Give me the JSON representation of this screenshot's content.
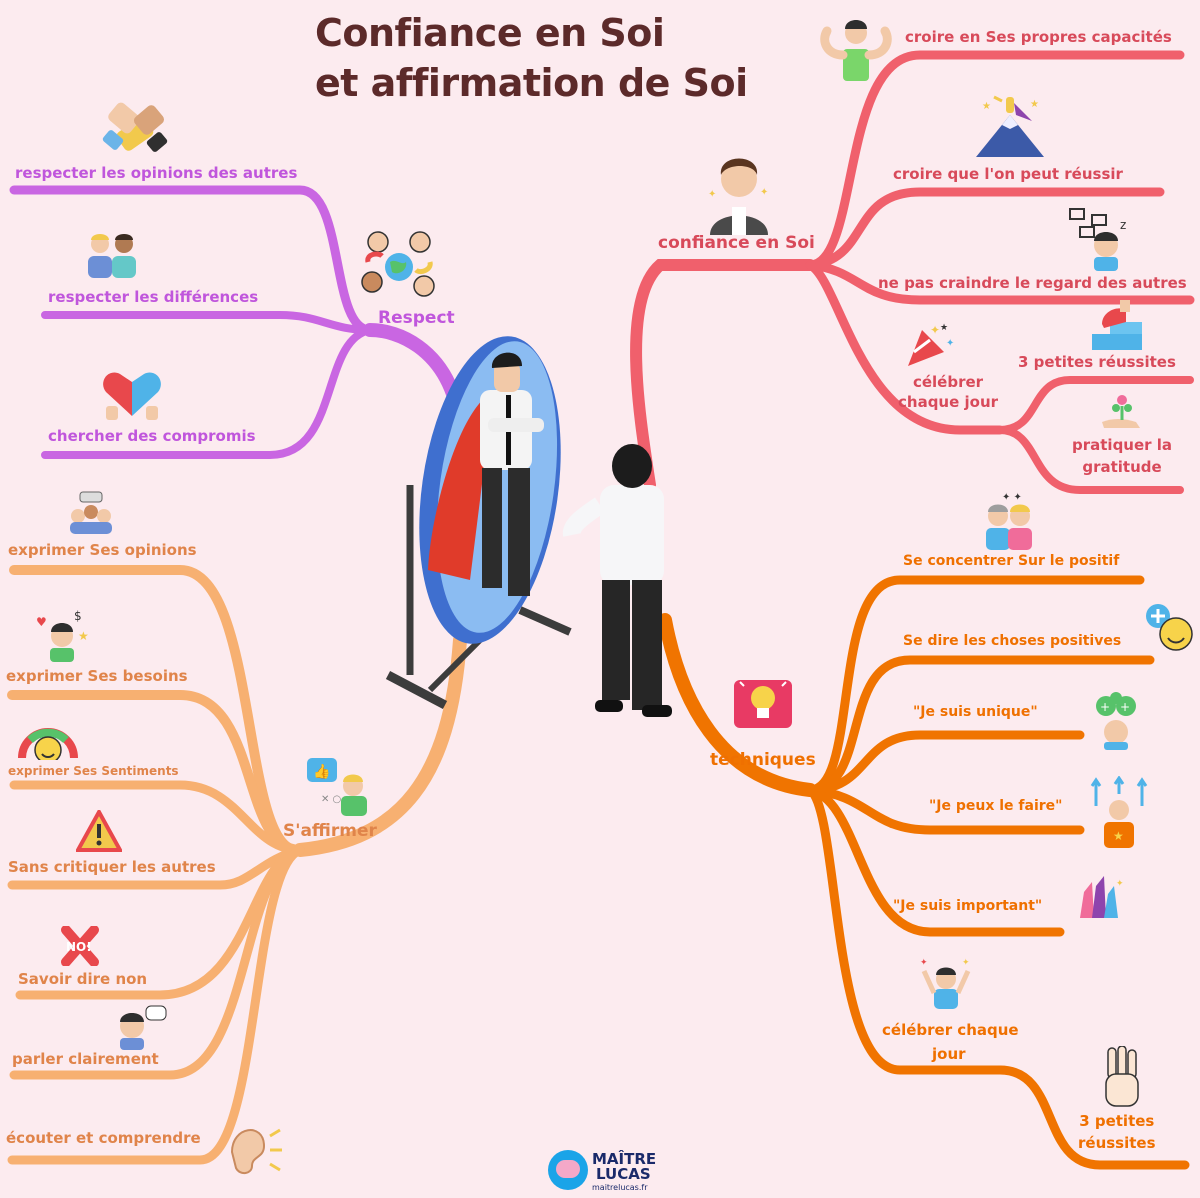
{
  "title": {
    "line1": "Confiance en Soi",
    "line2": "et affirmation de Soi"
  },
  "respect": {
    "hub": "Respect",
    "items": [
      "respecter les opinions des autres",
      "respecter les différences",
      "chercher des compromis"
    ]
  },
  "confiance": {
    "hub": "confiance en Soi",
    "items": [
      "croire en Ses propres capacités",
      "croire que l'on peut réussir",
      "ne pas craindre le regard des autres"
    ],
    "sub_hub": [
      "célébrer",
      "chaque jour"
    ],
    "sub_items": [
      "3 petites réussites",
      "pratiquer la",
      "gratitude"
    ]
  },
  "affirmer": {
    "hub": "S'affirmer",
    "items": [
      "exprimer Ses opinions",
      "exprimer Ses besoins",
      "exprimer Ses Sentiments",
      "Sans critiquer les autres",
      "Savoir dire non",
      "parler clairement",
      "écouter et comprendre"
    ]
  },
  "techniques": {
    "hub": "techniques",
    "items": [
      "Se concentrer Sur le positif",
      "Se dire les choses positives",
      "\"Je suis unique\"",
      "\"Je peux le faire\"",
      "\"Je suis important\""
    ],
    "celebrate": [
      "célébrer chaque",
      "jour"
    ],
    "wins": [
      "3 petites",
      "réussites"
    ]
  },
  "icons": [
    "handshake-icon",
    "diverse-people-icon",
    "heart-puzzle-icon",
    "globe-people-icon",
    "strong-man-icon",
    "mountain-success-icon",
    "thinking-man-icon",
    "worried-person-icon",
    "step-up-icon",
    "party-popper-icon",
    "gratitude-hand-icon",
    "group-chat-icon",
    "person-needs-icon",
    "mood-gauge-icon",
    "warning-icon",
    "no-sign-icon",
    "speaking-person-icon",
    "ear-icon",
    "thumbs-up-chat-icon",
    "lightbulb-icon",
    "cheering-friends-icon",
    "smile-plus-icon",
    "mind-plus-icon",
    "growth-person-icon",
    "crystals-icon",
    "celebrating-person-icon",
    "three-fingers-icon"
  ],
  "logo": {
    "line1": "MAÎTRE",
    "line2": "LUCAS",
    "url": "maitrelucas.fr"
  },
  "colors": {
    "background": "#fcebef",
    "respect": "#c056dc",
    "confiance": "#f0606c",
    "affirmer": "#f7b071",
    "techniques": "#f07400",
    "title": "#5c2a2a"
  }
}
